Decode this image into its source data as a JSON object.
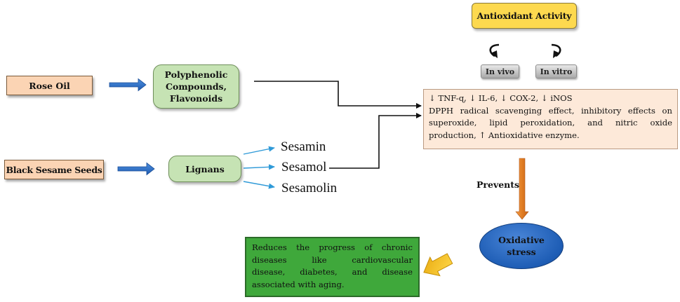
{
  "sources": {
    "rose_oil": "Rose Oil",
    "black_sesame": "Black Sesame Seeds"
  },
  "compounds": {
    "polyphenolic": [
      "Polyphenolic",
      "Compounds,",
      "Flavonoids"
    ],
    "lignans": "Lignans"
  },
  "lignan_types": [
    "Sesamin",
    "Sesamol",
    "Sesamolin"
  ],
  "antioxidant": {
    "title": "Antioxidant Activity",
    "in_vivo": "In vivo",
    "in_vitro": "In vitro"
  },
  "effects": [
    "↓ TNF-ɋ, ↓ IL-6, ↓ COX-2, ↓ iNOS",
    "DPPH radical scavenging effect, inhibitory effects on",
    "superoxide, lipid peroxidation, and nitric oxide",
    "production, ↑ Antioxidative enzyme."
  ],
  "prevents_label": "Prevents",
  "oxidative_stress": [
    "Oxidative",
    "stress"
  ],
  "outcome": [
    "Reduces the progress of chronic",
    "diseases like cardiovascular",
    "disease, diabetes, and disease",
    "associated with aging."
  ],
  "colors": {
    "source_fill": "#fbd4b4",
    "compound_fill": "#c6e3b4",
    "antioxidant_fill": "#fdd94f",
    "effects_fill": "#fde9d9",
    "outcome_fill": "#3fa83b",
    "ellipse_fill": "#1e5db5",
    "blue_arrow": "#2e6fc4",
    "light_blue_arrow": "#2f9ad8",
    "orange_arrow": "#e4862c",
    "yellow_arrow": "#f4c21c"
  }
}
